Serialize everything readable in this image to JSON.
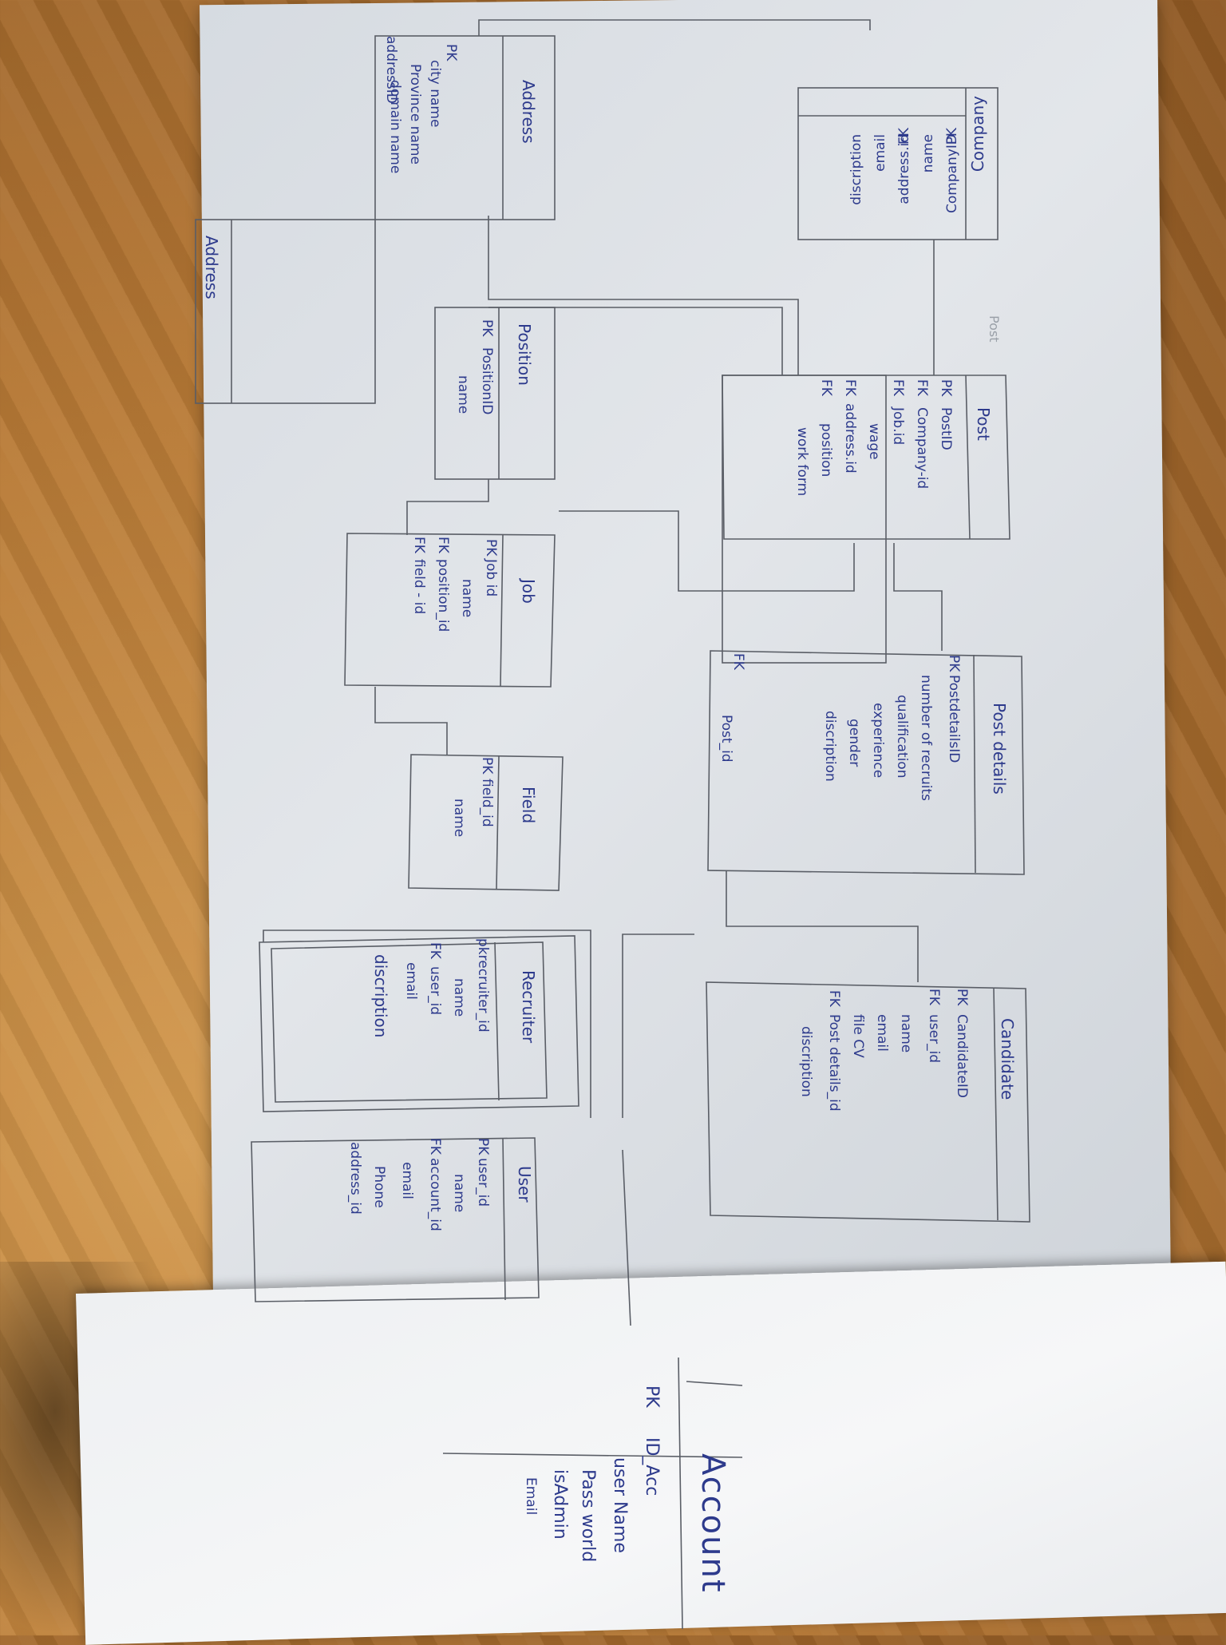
{
  "entities": {
    "company": {
      "title": "Company",
      "rows": [
        {
          "key": "PK",
          "text": "CompanyID"
        },
        {
          "key": "",
          "text": "name"
        },
        {
          "key": "FK",
          "text": "address.id"
        },
        {
          "key": "",
          "text": "email"
        },
        {
          "key": "",
          "text": "discription"
        }
      ]
    },
    "address": {
      "title": "Address",
      "rows": [
        {
          "key": "PK",
          "text": "addressID"
        },
        {
          "key": "",
          "text": "city name"
        },
        {
          "key": "",
          "text": "Province name"
        },
        {
          "key": "",
          "text": "domain name"
        }
      ]
    },
    "position": {
      "title": "Position",
      "rows": [
        {
          "key": "PK",
          "text": "PositionID"
        },
        {
          "key": "",
          "text": "name"
        }
      ]
    },
    "post": {
      "title": "Post",
      "rows": [
        {
          "key": "PK",
          "text": "PostID"
        },
        {
          "key": "FK",
          "text": "Company-id"
        },
        {
          "key": "FK",
          "text": "Job.id"
        },
        {
          "key": "",
          "text": "wage"
        },
        {
          "key": "FK",
          "text": "address.id"
        },
        {
          "key": "FK",
          "text": "position"
        },
        {
          "key": "",
          "text": "work form"
        }
      ]
    },
    "job": {
      "title": "Job",
      "rows": [
        {
          "key": "PK",
          "text": "Job id"
        },
        {
          "key": "",
          "text": "name"
        },
        {
          "key": "FK",
          "text": "position_id"
        },
        {
          "key": "FK",
          "text": "field - id"
        }
      ]
    },
    "postdetails": {
      "title": "Post details",
      "rows": [
        {
          "key": "PK",
          "text": "PostdetailsID"
        },
        {
          "key": "",
          "text": "number of recruits"
        },
        {
          "key": "",
          "text": "qualification"
        },
        {
          "key": "",
          "text": "experience"
        },
        {
          "key": "",
          "text": "gender"
        },
        {
          "key": "",
          "text": "discription"
        },
        {
          "key": "FK",
          "text": "Post_id"
        }
      ]
    },
    "field": {
      "title": "Field",
      "rows": [
        {
          "key": "PK",
          "text": "field_id"
        },
        {
          "key": "",
          "text": "name"
        }
      ]
    },
    "recruiter": {
      "title": "Recruiter",
      "rows": [
        {
          "key": "",
          "text": "pkrecruiter_id"
        },
        {
          "key": "",
          "text": "name"
        },
        {
          "key": "FK",
          "text": "user_id"
        },
        {
          "key": "",
          "text": "email"
        },
        {
          "key": "",
          "text": "discription"
        }
      ]
    },
    "candidate": {
      "title": "Candidate",
      "rows": [
        {
          "key": "PK",
          "text": "CandidateID"
        },
        {
          "key": "FK",
          "text": "user_id"
        },
        {
          "key": "",
          "text": "name"
        },
        {
          "key": "",
          "text": "email"
        },
        {
          "key": "",
          "text": "file CV"
        },
        {
          "key": "FK",
          "text": "Post details_id"
        },
        {
          "key": "",
          "text": "discription"
        }
      ]
    },
    "user": {
      "title": "User",
      "rows": [
        {
          "key": "PK",
          "text": "user_id"
        },
        {
          "key": "",
          "text": "name"
        },
        {
          "key": "FK",
          "text": "account_id"
        },
        {
          "key": "",
          "text": "email"
        },
        {
          "key": "",
          "text": "Phone"
        },
        {
          "key": "",
          "text": "address_id"
        }
      ]
    },
    "account": {
      "title": "Account",
      "rows": [
        {
          "key": "PK",
          "text": "ID_Acc"
        },
        {
          "key": "",
          "text": "user Name"
        },
        {
          "key": "",
          "text": "Pass world"
        },
        {
          "key": "",
          "text": "isAdmin"
        },
        {
          "key": "",
          "text": "Email"
        }
      ]
    }
  },
  "annotations": {
    "post_faint": "Post"
  },
  "colors": {
    "ink": "#2d3a8c",
    "pencil": "#5a5e66",
    "paper": "#e3e6ea",
    "table": "#b8772f"
  }
}
